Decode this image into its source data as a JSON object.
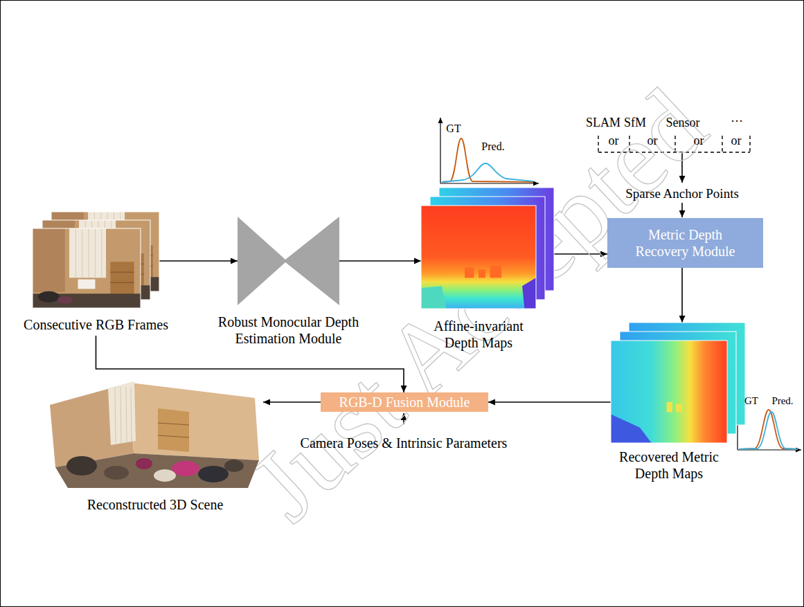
{
  "diagram": {
    "nodes": [
      {
        "text": [
          "Consecutive RGB Frames"
        ]
      },
      {
        "text": [
          "Robust Monocular Depth Estimation Module"
        ]
      },
      {
        "text": [
          "Affine-invariant Depth Maps"
        ]
      },
      {
        "text": [
          "Metric Depth Recovery Module"
        ]
      },
      {
        "text": [
          "Recovered Metric Depth Maps"
        ]
      },
      {
        "text": [
          "RGB-D Fusion Module"
        ]
      },
      {
        "text": [
          "Reconstructed 3D Scene"
        ]
      }
    ],
    "edges": [
      {
        "from": 0,
        "to": 1,
        "arrow": "to"
      },
      {
        "from": 1,
        "to": 2,
        "arrow": "to"
      },
      {
        "from": 2,
        "to": 3,
        "arrow": "to"
      },
      {
        "from": 3,
        "to": 4,
        "arrow": "to"
      },
      {
        "from": 4,
        "to": 5,
        "arrow": "to"
      },
      {
        "from": 0,
        "to": 5,
        "arrow": "to"
      },
      {
        "from": 5,
        "to": 6,
        "arrow": "to"
      }
    ],
    "labels": [
      "GT",
      "Pred.",
      "SLAM",
      "SfM",
      "Sensor",
      "···",
      "or",
      "or",
      "or",
      "or",
      "Sparse Anchor Points",
      "GT",
      "Pred.",
      "Camera Poses & Intrinsic Parameters",
      "Just Accepted"
    ]
  }
}
